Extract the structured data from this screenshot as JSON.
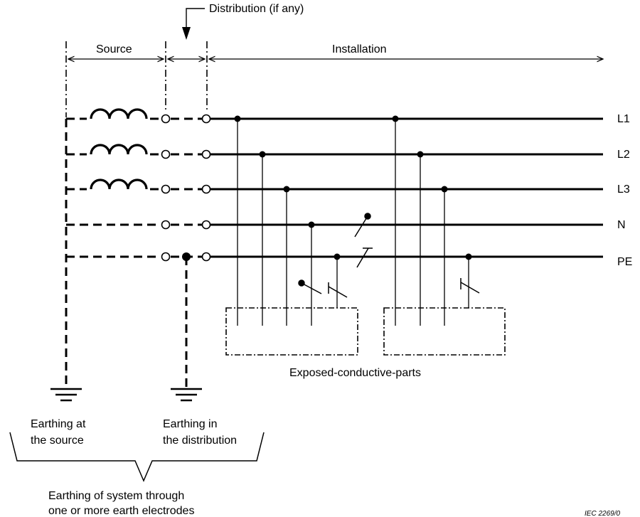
{
  "labels": {
    "distribution": "Distribution (if any)",
    "source": "Source",
    "installation": "Installation",
    "exposed_parts": "Exposed-conductive-parts",
    "earthing_source_line1": "Earthing at",
    "earthing_source_line2": "the source",
    "earthing_distribution_line1": "Earthing in",
    "earthing_distribution_line2": "the distribution",
    "earthing_system_line1": "Earthing of system through",
    "earthing_system_line2": "one or more earth electrodes",
    "figure_ref": "IEC   2269/0"
  },
  "conductors": [
    "L1",
    "L2",
    "L3",
    "N",
    "PE"
  ]
}
